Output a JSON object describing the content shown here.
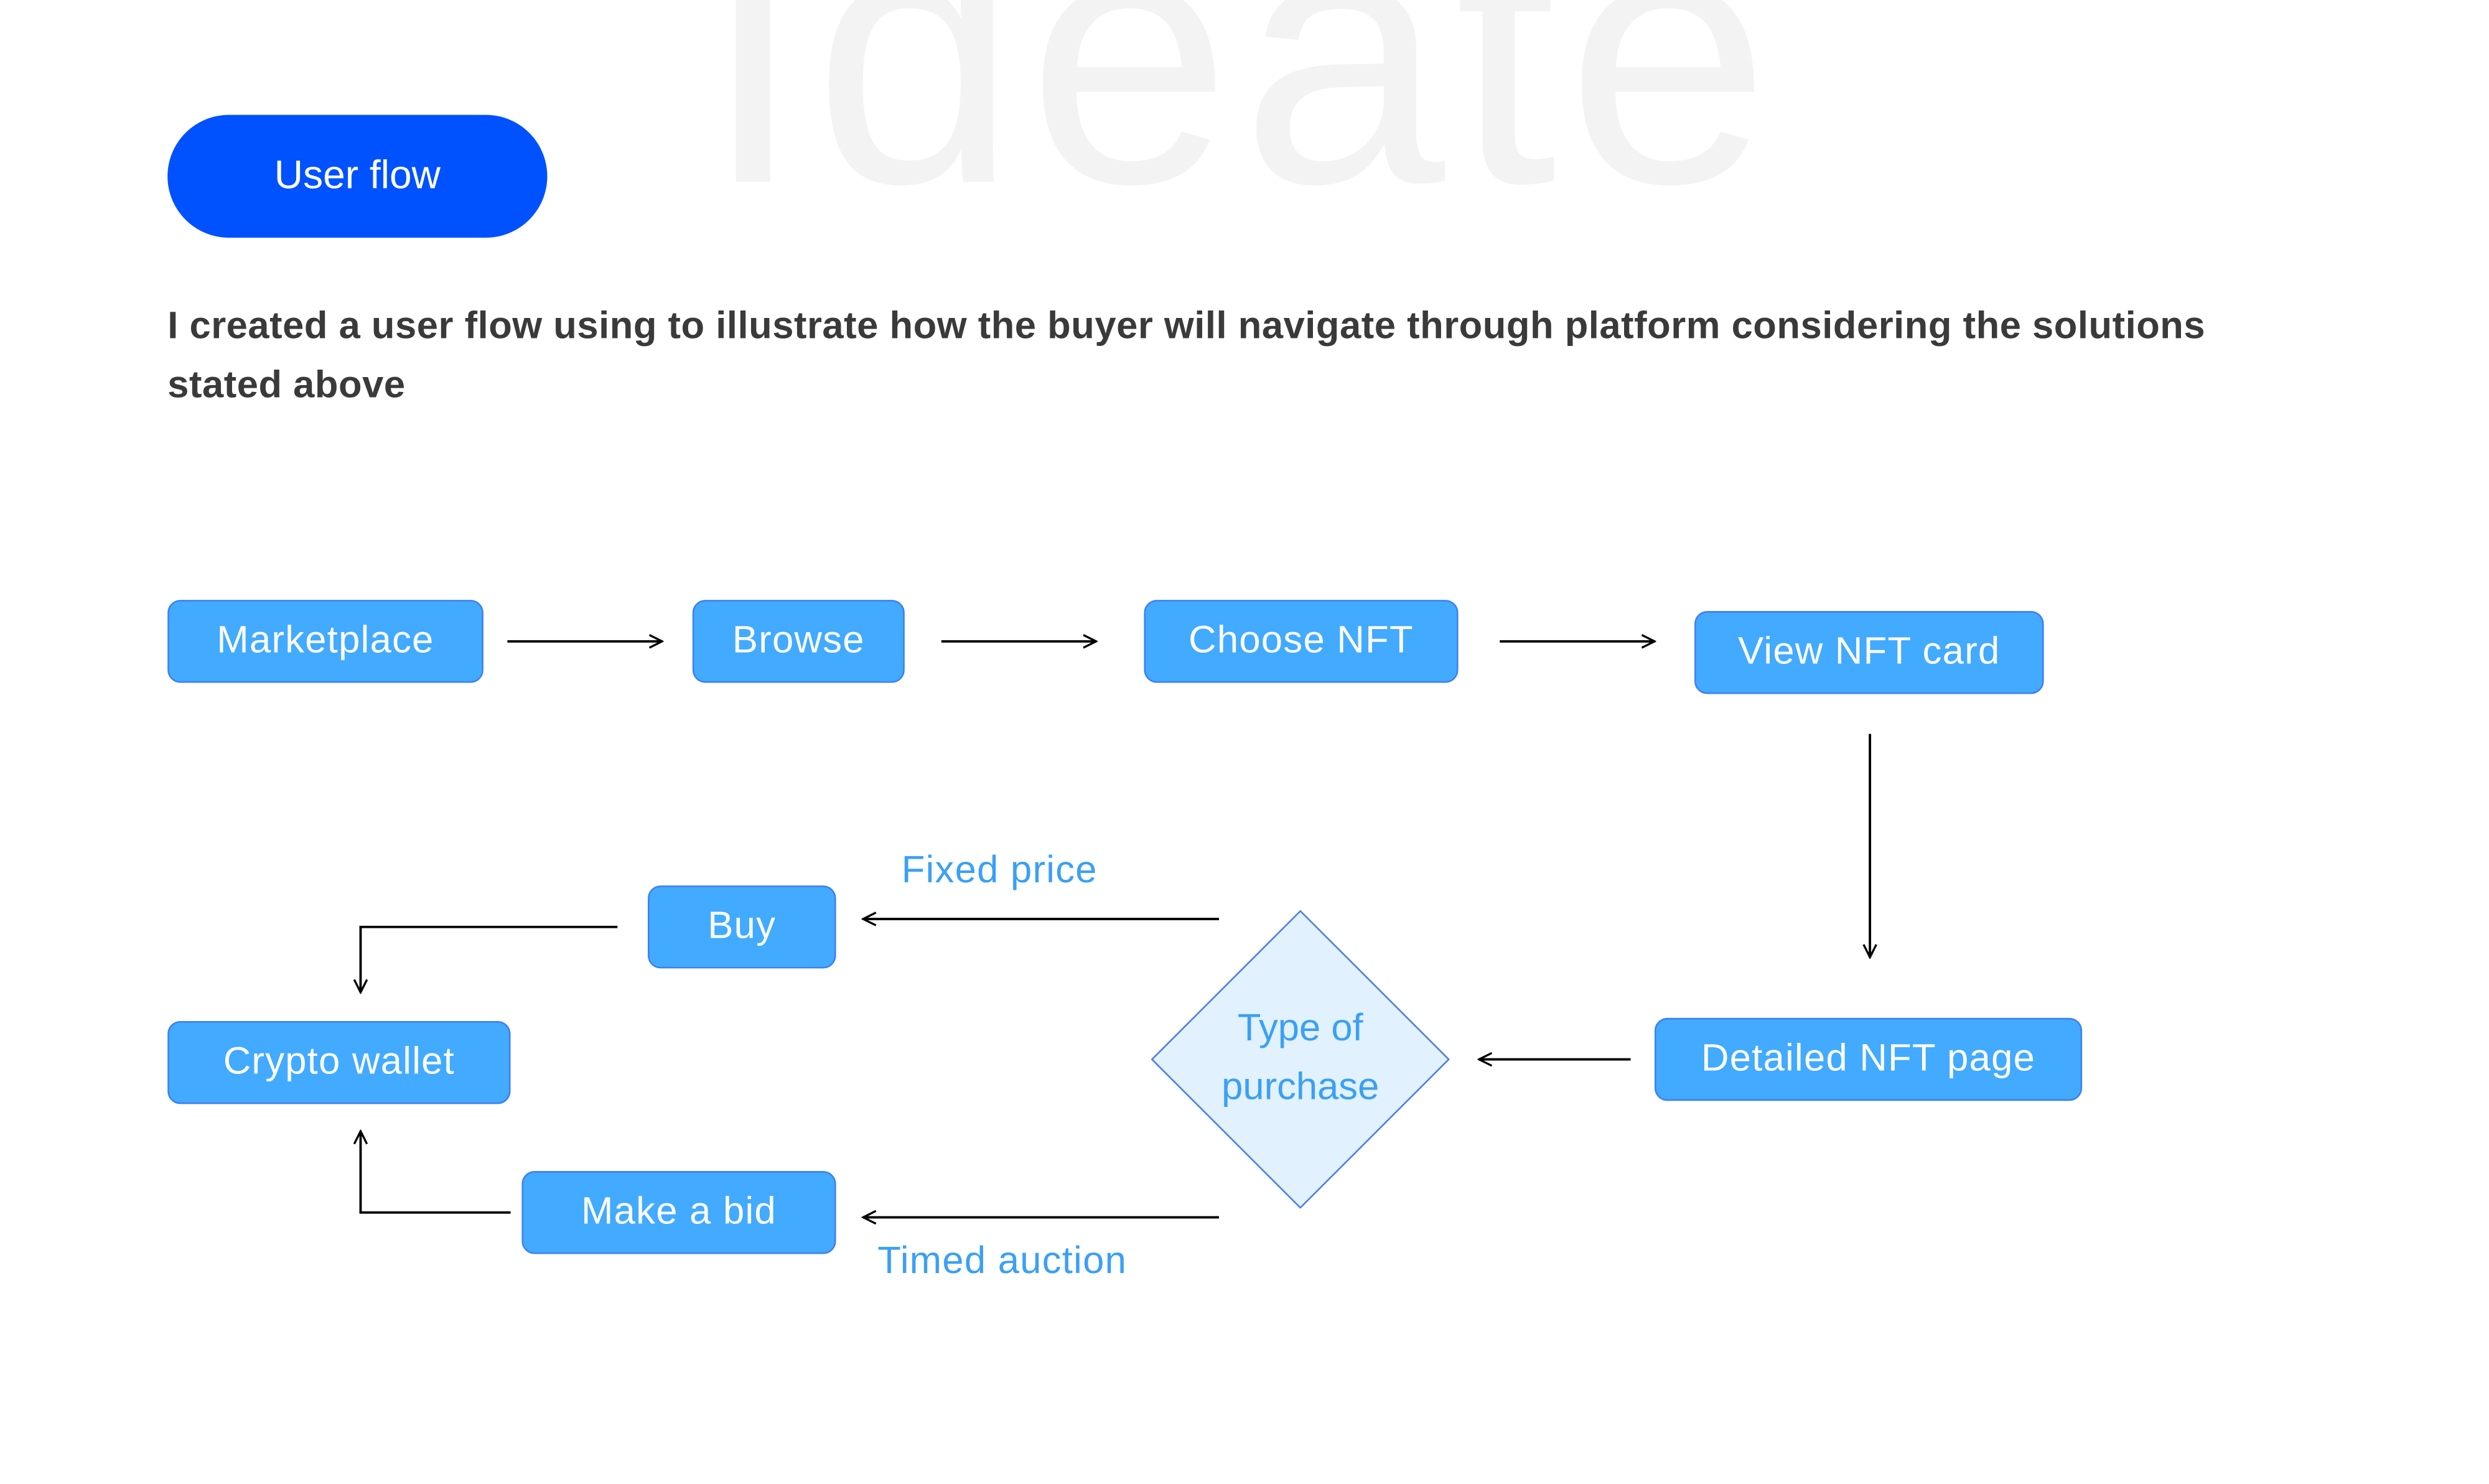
{
  "section_title": "Ideate",
  "pill_label": "User flow",
  "description": "I created a user flow using to illustrate how the buyer will navigate through platform considering the solutions stated above",
  "nodes": {
    "marketplace": "Marketplace",
    "browse": "Browse",
    "choose_nft": "Choose NFT",
    "view_nft_card": "View NFT card",
    "detailed_nft_page": "Detailed NFT page",
    "type_of_purchase": "Type of purchase",
    "buy": "Buy",
    "make_a_bid": "Make a bid",
    "crypto_wallet": "Crypto wallet"
  },
  "edge_labels": {
    "fixed_price": "Fixed price",
    "timed_auction": "Timed auction"
  },
  "colors": {
    "pill": "#0051ff",
    "node": "#42aaff",
    "decision_fill": "#e1f1fd",
    "label": "#3aa0f5"
  }
}
